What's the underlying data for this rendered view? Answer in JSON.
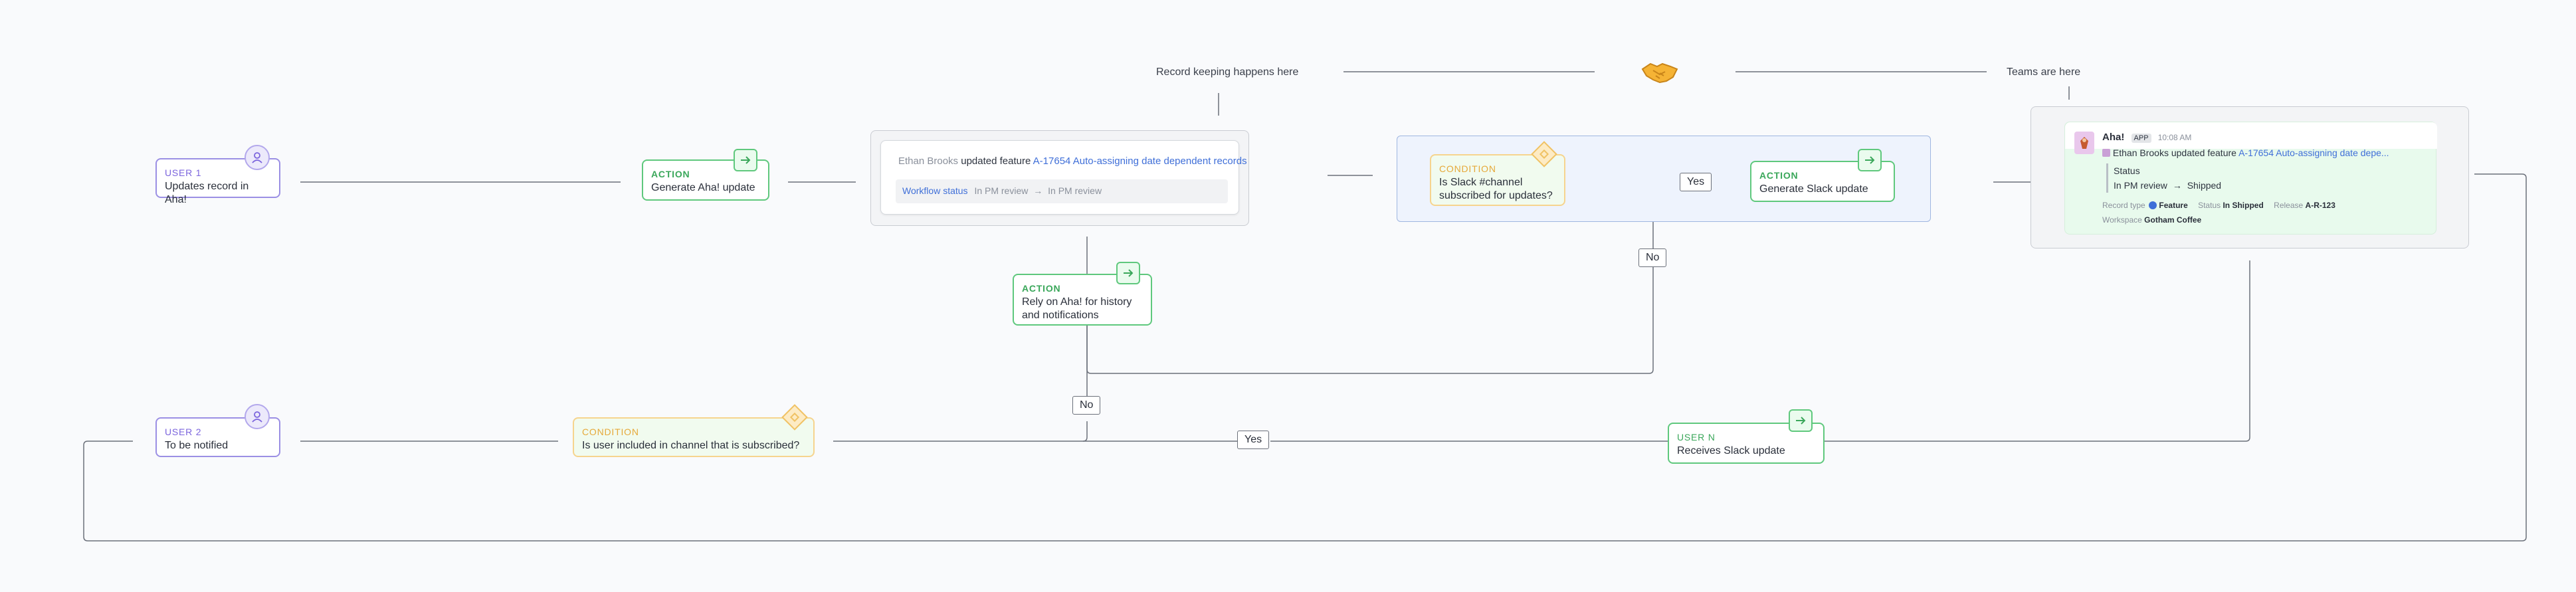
{
  "captions": {
    "record_keeping": "Record keeping happens here",
    "teams": "Teams are here"
  },
  "icons": {
    "handshake": "handshake-icon",
    "user": "user-icon",
    "arrow": "arrow-right-icon",
    "condition": "diamond-icon"
  },
  "nodes": {
    "user1": {
      "kicker": "USER 1",
      "text": "Updates record in Aha!"
    },
    "generate_aha": {
      "kicker": "ACTION",
      "text": "Generate Aha! update"
    },
    "rely_on_aha": {
      "kicker": "ACTION",
      "text": "Rely on Aha! for history and notifications"
    },
    "slack_condition": {
      "kicker": "CONDITION",
      "text": "Is Slack #channel subscribed for updates?"
    },
    "generate_slack": {
      "kicker": "ACTION",
      "text": "Generate Slack update"
    },
    "user2": {
      "kicker": "USER 2",
      "text": "To be notified"
    },
    "user_condition": {
      "kicker": "CONDITION",
      "text": "Is user included in channel that is subscribed?"
    },
    "usern": {
      "kicker": "USER N",
      "text": "Receives Slack update"
    }
  },
  "labels": {
    "yes_top": "Yes",
    "no_mid": "No",
    "no_left": "No",
    "yes_bottom": "Yes"
  },
  "aha_record": {
    "author": "Ethan Brooks",
    "verb": "updated feature",
    "link": "A-17654 Auto-assigning date dependent records",
    "status_label": "Workflow status",
    "status_from": "In PM review",
    "arrow": "→",
    "status_to": "In PM review"
  },
  "slack_msg": {
    "app_name": "Aha!",
    "app_tag": "APP",
    "time": "10:08 AM",
    "author": "Ethan Brooks",
    "verb": "updated feature",
    "link": "A-17654 Auto-assigning date depe...",
    "status_label": "Status",
    "status_from": "In PM review",
    "arrow": "→",
    "status_to": "Shipped",
    "record_type_label": "Record type",
    "record_type_value": "Feature",
    "status2_label": "Status",
    "status2_value": "In Shipped",
    "release_label": "Release",
    "release_value": "A-R-123",
    "workspace_label": "Workspace",
    "workspace_value": "Gotham Coffee"
  },
  "colors": {
    "user_border": "#9b8fe4",
    "action_border": "#5fc87d",
    "condition_border": "#f6d48e",
    "link": "#3f6fd8",
    "connector": "#6b707a"
  }
}
